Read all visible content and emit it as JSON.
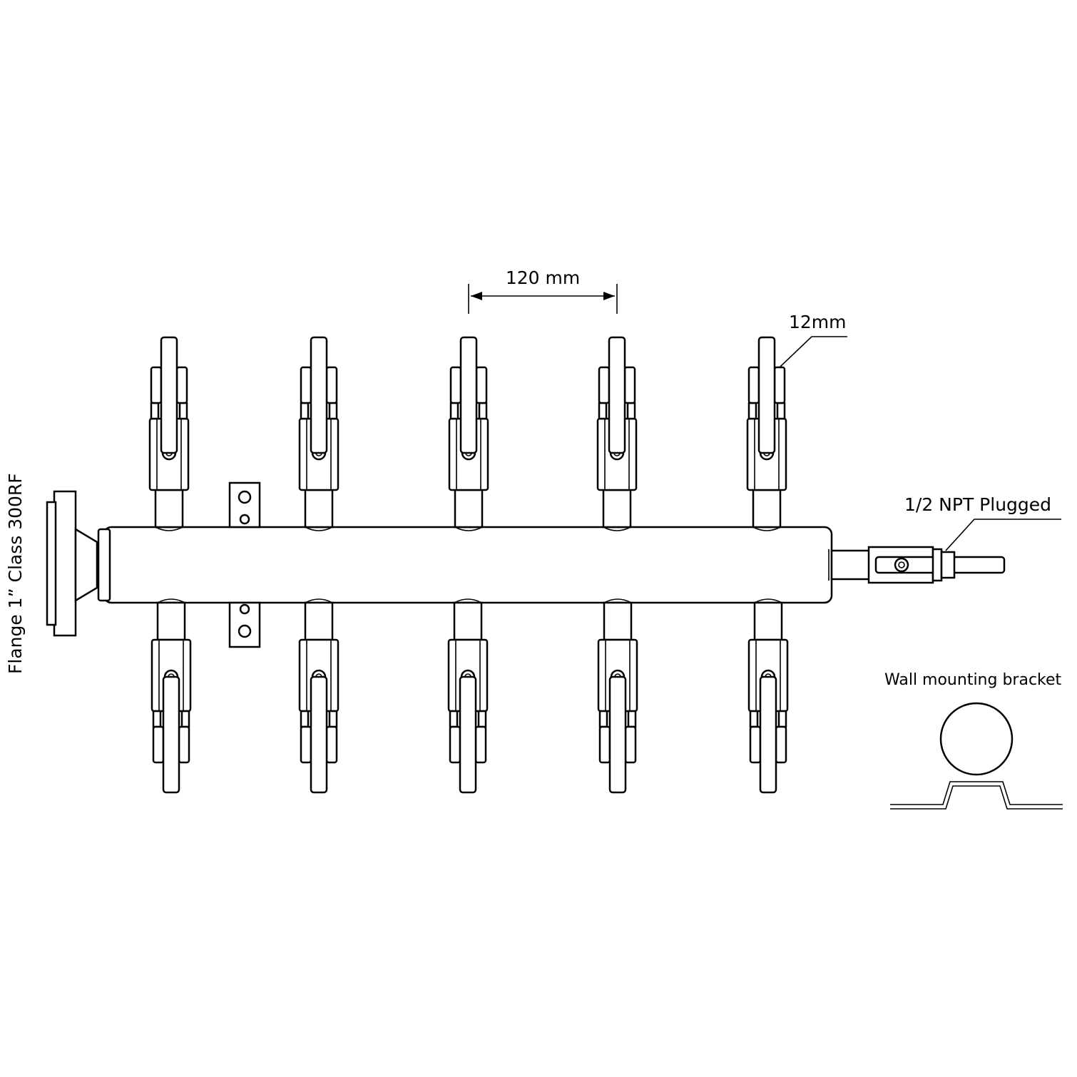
{
  "labels": {
    "spacing": "120 mm",
    "tube_size": "12mm",
    "end_port": "1/2 NPT Plugged",
    "bracket": "Wall mounting bracket",
    "flange": "Flange 1” Class 300RF"
  },
  "counts": {
    "valves_top": 5,
    "valves_bottom": 5
  },
  "colors": {
    "line": "#000000",
    "background": "#ffffff"
  }
}
